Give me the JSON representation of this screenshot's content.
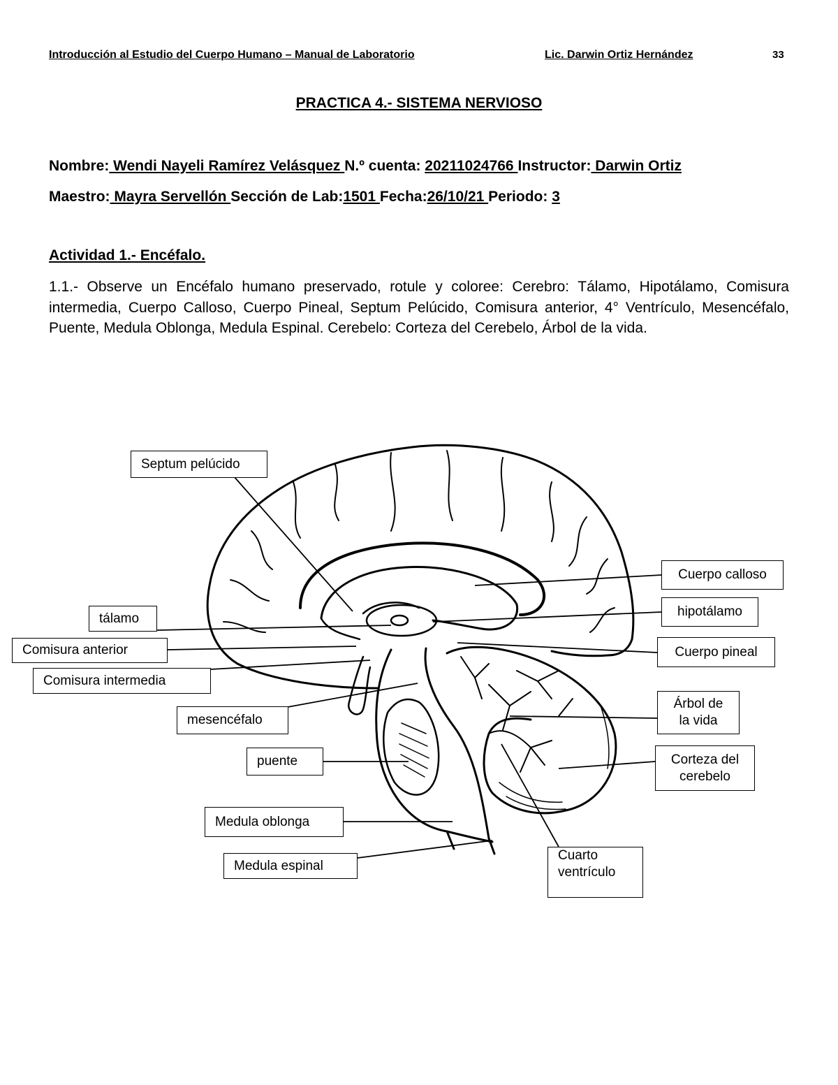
{
  "header": {
    "left": "Introducción al Estudio del Cuerpo Humano – Manual de Laboratorio",
    "author": "Lic. Darwin Ortiz Hernández",
    "page": "33"
  },
  "title": "PRACTICA 4.- SISTEMA NERVIOSO",
  "form": {
    "nombre_label": "Nombre:",
    "nombre_value": " Wendi Nayeli Ramírez Velásquez ",
    "cuenta_label": "N.º cuenta:",
    "cuenta_value": " 20211024766 ",
    "instructor_label": "Instructor:",
    "instructor_value": " Darwin Ortiz",
    "maestro_label": "Maestro:",
    "maestro_value": " Mayra Servellón ",
    "seccion_label": "Sección de Lab:",
    "seccion_value": "1501 ",
    "fecha_label": "Fecha:",
    "fecha_value": "26/10/21 ",
    "periodo_label": "Periodo:",
    "periodo_value": "3"
  },
  "activity": {
    "title": "Actividad 1.- Encéfalo.",
    "instructions": "1.1.- Observe un Encéfalo humano preservado, rotule y coloree: Cerebro: Tálamo, Hipotálamo, Comisura intermedia, Cuerpo Calloso, Cuerpo Pineal, Septum Pelúcido, Comisura anterior, 4° Ventrículo, Mesencéfalo, Puente, Medula Oblonga, Medula Espinal. Cerebelo: Corteza del Cerebelo, Árbol de la vida."
  },
  "diagram_labels": {
    "septum": "Septum pelúcido",
    "talamo": "tálamo",
    "comisura_anterior": "Comisura anterior",
    "comisura_intermedia": "Comisura intermedia",
    "mesencefalo": "mesencéfalo",
    "puente": "puente",
    "medula_oblonga": "Medula oblonga",
    "medula_espinal": "Medula espinal",
    "cuerpo_calloso": "Cuerpo calloso",
    "hipotalamo": "hipotálamo",
    "cuerpo_pineal": "Cuerpo pineal",
    "arbol_line1": "Árbol de",
    "arbol_line2": "la vida",
    "corteza_line1": "Corteza del",
    "corteza_line2": "cerebelo",
    "cuarto_line1": "Cuarto",
    "cuarto_line2": "ventrículo"
  }
}
